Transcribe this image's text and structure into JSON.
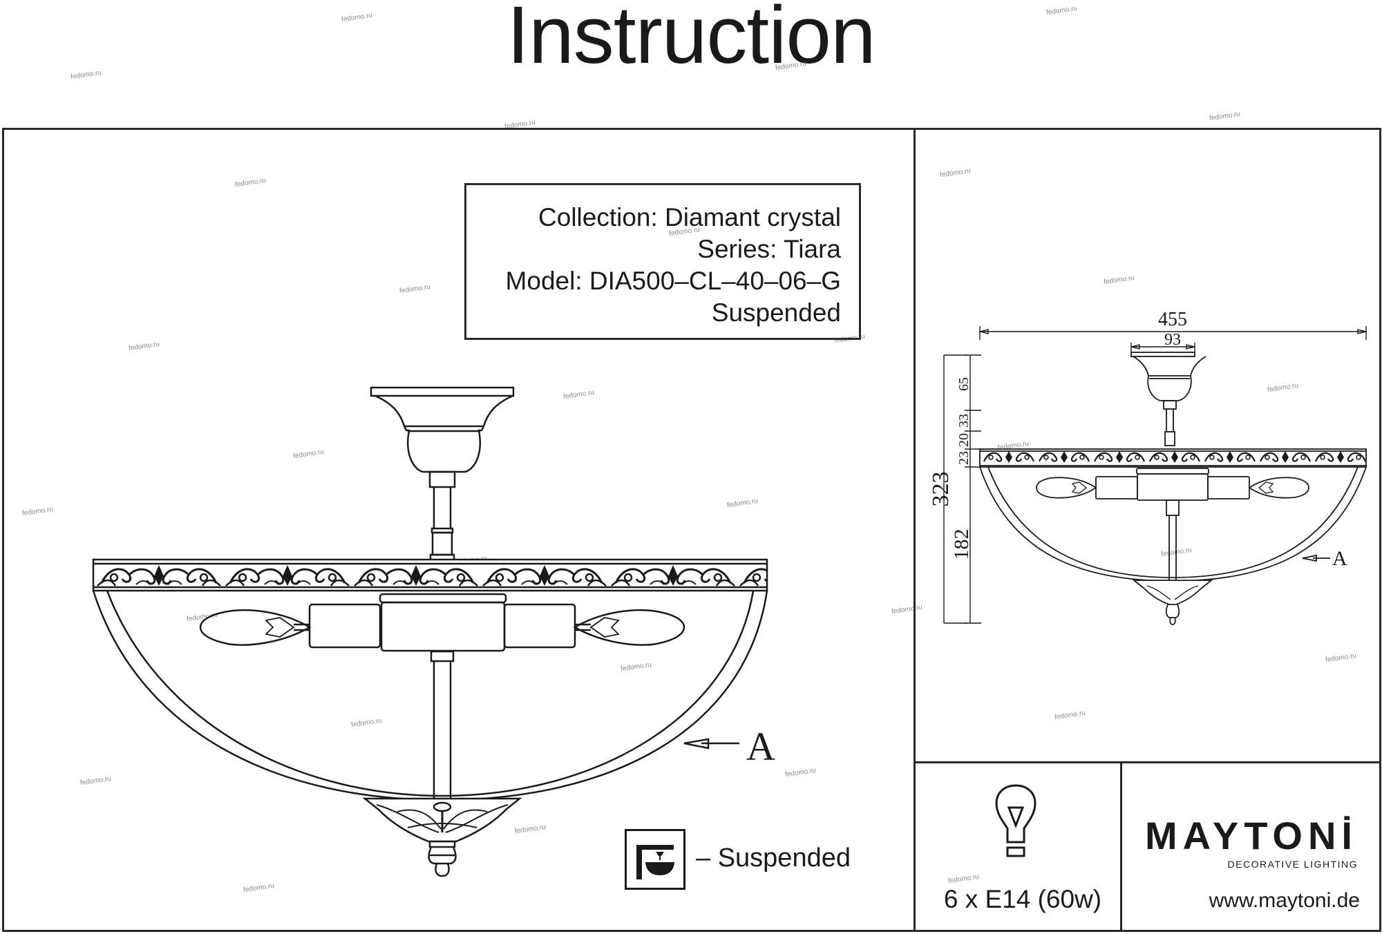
{
  "document": {
    "title": "Instruction",
    "product_info": {
      "collection": "Collection: Diamant crystal",
      "series": "Series: Tiara",
      "model": "Model: DIA500–CL–40–06–G",
      "mount_type": "Suspended"
    },
    "mount_legend": {
      "icon": "suspended-mount-icon",
      "label": "– Suspended"
    },
    "callout_label": "A",
    "dimensions_mm": {
      "overall_width": "455",
      "canopy_width": "93",
      "overall_height": "323",
      "canopy_height": "65",
      "rod_upper": "33",
      "rod_lower": "20",
      "band_height": "23",
      "shade_depth": "182"
    },
    "bulb": {
      "icon": "light-bulb-icon",
      "spec": "6 x E14 (60w)"
    },
    "brand": {
      "name": "MAYTONİ",
      "tagline": "DECORATIVE LIGHTING",
      "website": "www.maytoni.de"
    },
    "watermark": "fedomo.ru"
  }
}
